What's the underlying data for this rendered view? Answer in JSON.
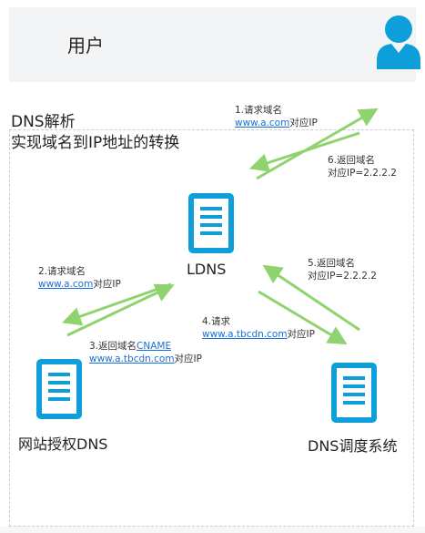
{
  "user": {
    "label": "用户",
    "icon": "user-avatar-icon"
  },
  "titles": {
    "line1": "DNS解析",
    "line2": "实现域名到IP地址的转换"
  },
  "nodes": {
    "ldns": "LDNS",
    "authoritative": "网站授权DNS",
    "scheduler": "DNS调度系统"
  },
  "steps": {
    "s1": {
      "line1": "1.请求域名",
      "link": "www.a.com",
      "suffix": "对应IP"
    },
    "s2": {
      "line1": "2.请求域名",
      "link": "www.a.com",
      "suffix": "对应IP"
    },
    "s3": {
      "prefix": "3.返回域名",
      "cname": "CNAME",
      "link": "www.a.tbcdn.com",
      "suffix": "对应IP"
    },
    "s4": {
      "line1": "4.请求",
      "link": "www.a.tbcdn.com",
      "suffix": "对应IP"
    },
    "s5": {
      "line1": "5.返回域名",
      "line2": "对应IP=2.2.2.2"
    },
    "s6": {
      "line1": "6.返回域名",
      "line2": "对应IP=2.2.2.2"
    }
  },
  "colors": {
    "server": "#0e9ed9",
    "arrow": "#8fd36f",
    "link": "#1a6fd6"
  }
}
